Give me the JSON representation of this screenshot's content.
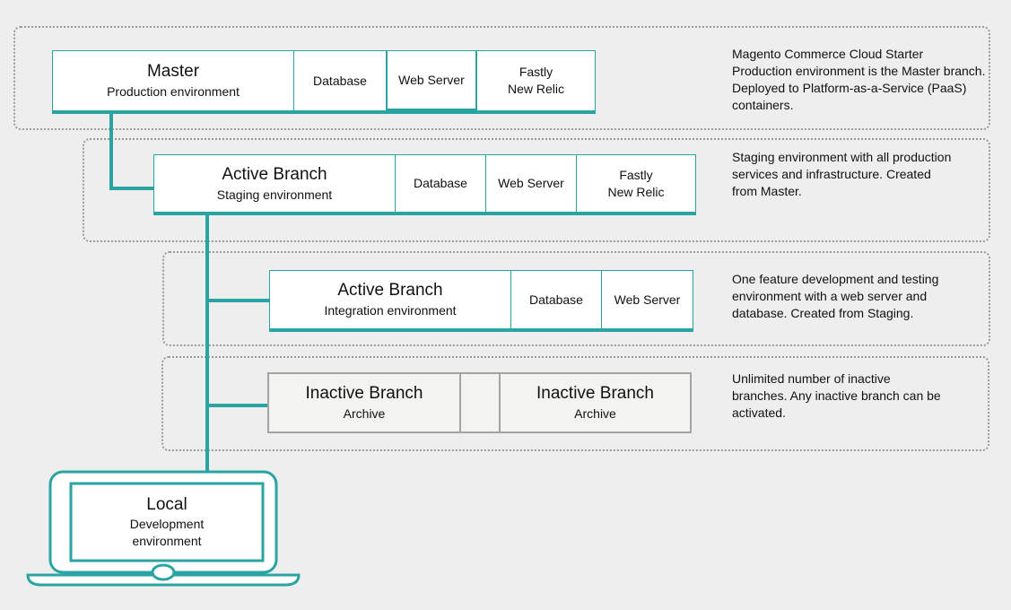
{
  "master": {
    "title": "Master",
    "subtitle": "Production environment",
    "services": [
      "Database",
      "Web Server",
      "Fastly\nNew Relic"
    ],
    "description": "Magento Commerce Cloud Starter\nProduction environment is the Master branch.\nDeployed to Platform-as-a-Service (PaaS)\ncontainers."
  },
  "staging": {
    "title": "Active Branch",
    "subtitle": "Staging environment",
    "services": [
      "Database",
      "Web Server",
      "Fastly\nNew Relic"
    ],
    "description": "Staging environment with all production\nservices and infrastructure. Created\nfrom Master."
  },
  "integration": {
    "title": "Active Branch",
    "subtitle": "Integration environment",
    "services": [
      "Database",
      "Web Server"
    ],
    "description": "One feature development and testing\nenvironment with a web server and\ndatabase. Created from Staging."
  },
  "inactive": {
    "branches": [
      {
        "title": "Inactive Branch",
        "subtitle": "Archive"
      },
      {
        "title": "Inactive Branch",
        "subtitle": "Archive"
      }
    ],
    "description": "Unlimited number of inactive\nbranches. Any inactive branch can be\nactivated."
  },
  "local": {
    "title": "Local",
    "subtitle": "Development\nenvironment"
  },
  "colors": {
    "accent": "#2aa3a3",
    "dotted_border": "#9a9a9a",
    "inactive_border": "#a3a3a3",
    "background": "#eeeeee"
  }
}
